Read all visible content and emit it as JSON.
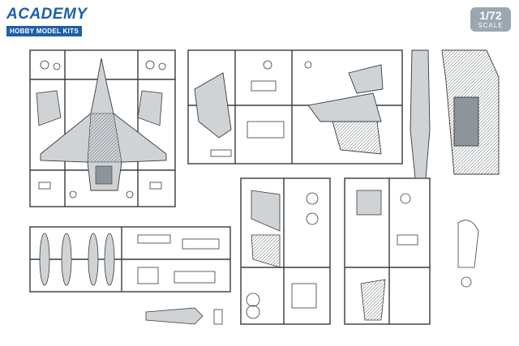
{
  "brand": {
    "name": "ACADEMY",
    "tagline": "HOBBY MODEL KITS",
    "brand_color": "#1d5fa8"
  },
  "scale": {
    "value": "1/72",
    "word": "SCALE",
    "badge_color": "#9aa7b1"
  },
  "sprue_colors": {
    "frame": "#3a3a3a",
    "part_fill": "#cfd3d6",
    "part_dark": "#8d959b"
  }
}
